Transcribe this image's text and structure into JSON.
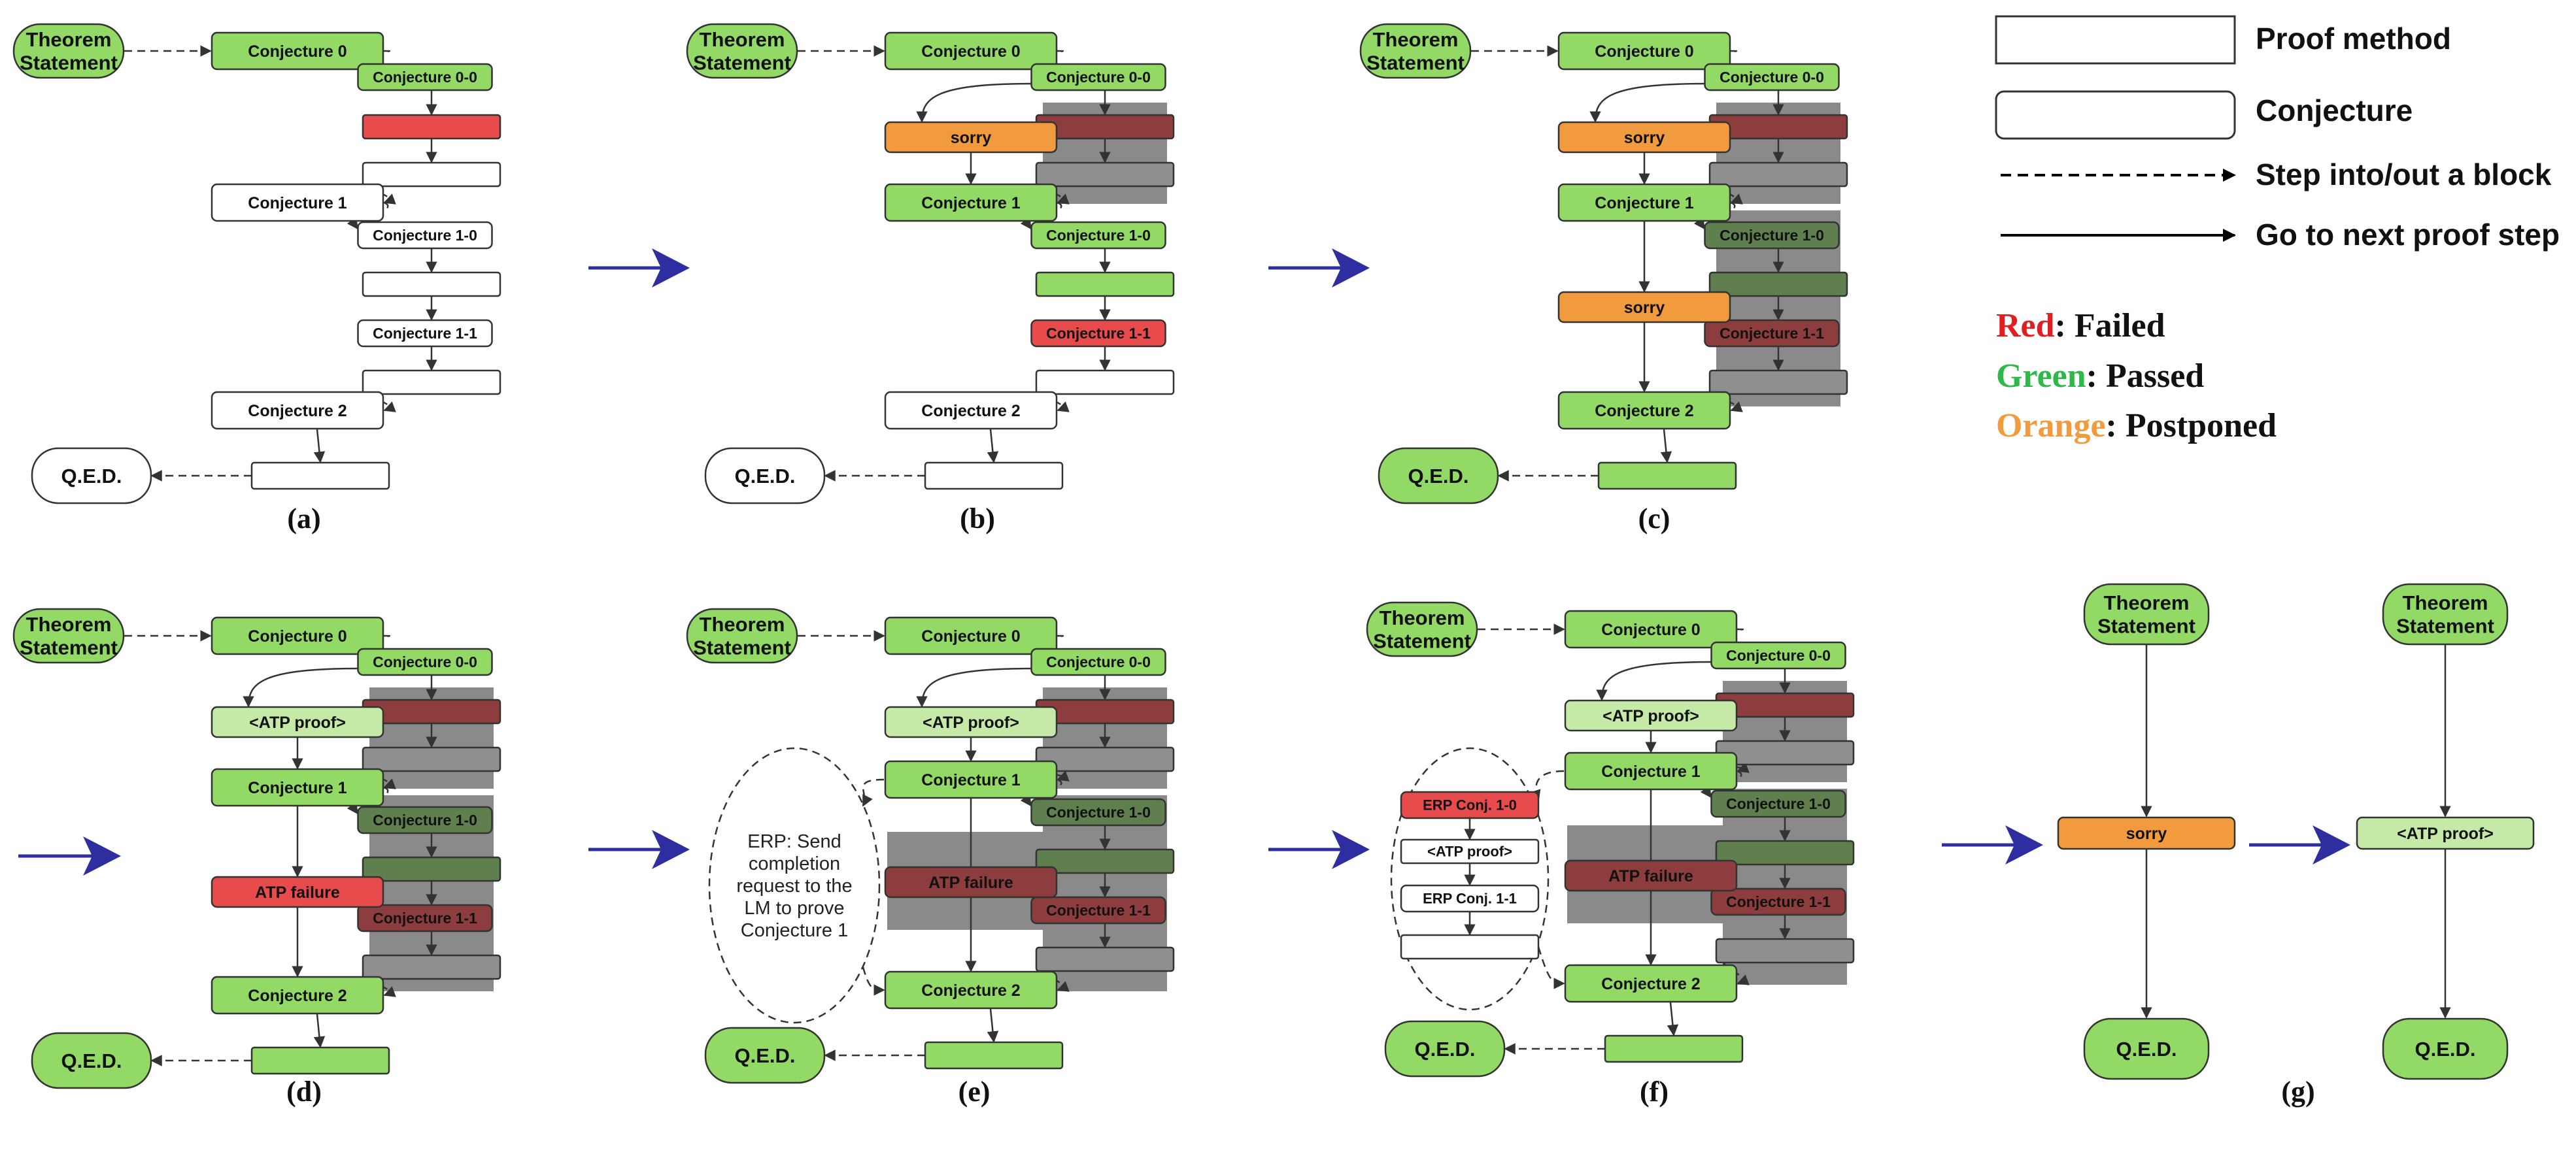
{
  "colors": {
    "green": "#92d965",
    "green_dark": "#5f7f4f",
    "red": "#e84b4b",
    "red_dark": "#8d3d3d",
    "orange": "#f19a3e",
    "light_green": "#c5eaa7",
    "block_gray": "#8a8a8a",
    "arrow_blue": "#2e2ea0",
    "legend_red": "#e02020",
    "legend_green": "#2fb84a",
    "legend_orange": "#f19a3e"
  },
  "nodes": {
    "theorem": "Theorem Statement",
    "c0": "Conjecture 0",
    "c00": "Conjecture 0-0",
    "c1": "Conjecture 1",
    "c10": "Conjecture 1-0",
    "c11": "Conjecture 1-1",
    "c2": "Conjecture 2",
    "qed": "Q.E.D.",
    "sorry": "sorry",
    "atp_proof": "<ATP proof>",
    "atp_failure": "ATP failure",
    "erp_text": "ERP: Send completion request to the LM to prove Conjecture 1",
    "erp_c10": "ERP Conj. 1-0",
    "erp_c11": "ERP Conj. 1-1"
  },
  "panel_labels": [
    "(a)",
    "(b)",
    "(c)",
    "(d)",
    "(e)",
    "(f)",
    "(g)"
  ],
  "legend": {
    "proof_method": "Proof method",
    "conjecture": "Conjecture",
    "step_into": "Step into/out a block",
    "next_step": "Go to next proof step",
    "red_word": "Red",
    "red_desc": ": Failed",
    "green_word": "Green",
    "green_desc": ": Passed",
    "orange_word": "Orange",
    "orange_desc": ": Postponed"
  }
}
